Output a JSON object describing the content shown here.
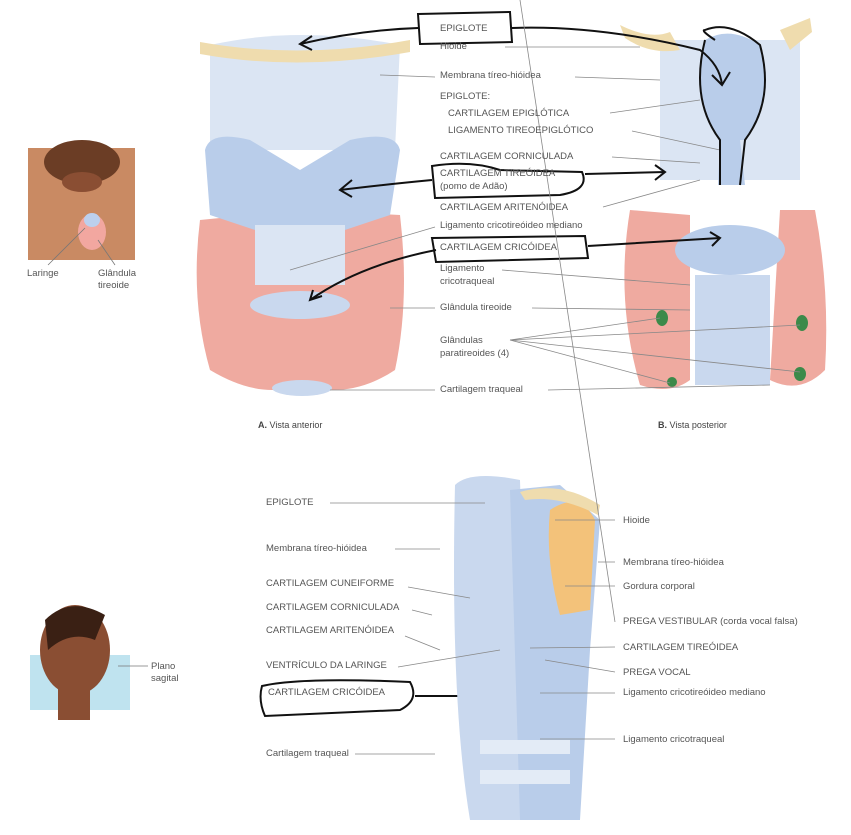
{
  "left_thumbs": {
    "neck": {
      "labels": [
        "Laringe",
        "Glândula",
        "tireoide"
      ]
    },
    "head": {
      "labels": [
        "Plano",
        "sagital"
      ]
    }
  },
  "top_figure": {
    "labels": [
      "EPIGLOTE",
      "Hioide",
      "Membrana tíreo-hióidea",
      "EPIGLOTE:",
      "CARTILAGEM EPIGLÓTICA",
      "LIGAMENTO TIREOEPIGLÓTICO",
      "CARTILAGEM CORNICULADA",
      "CARTILAGEM TIREÓIDEA",
      "(pomo de Adão)",
      "CARTILAGEM ARITENÓIDEA",
      "Ligamento cricotireóideo mediano",
      "CARTILAGEM CRICÓIDEA",
      "Ligamento",
      "cricotraqueal",
      "Glândula tireoide",
      "Glândulas",
      "paratireoides (4)",
      "Cartilagem traqueal"
    ],
    "caption_a_letter": "A.",
    "caption_a": "Vista anterior",
    "caption_b_letter": "B.",
    "caption_b": "Vista posterior"
  },
  "bottom_figure": {
    "left_labels": [
      "EPIGLOTE",
      "Membrana tíreo-hióidea",
      "CARTILAGEM CUNEIFORME",
      "CARTILAGEM CORNICULADA",
      "CARTILAGEM ARITENÓIDEA",
      "VENTRÍCULO DA LARINGE",
      "CARTILAGEM CRICÓIDEA",
      "Cartilagem traqueal"
    ],
    "right_labels": [
      "Hioide",
      "Membrana tíreo-hióidea",
      "Gordura corporal",
      "PREGA VESTIBULAR (corda vocal falsa)",
      "CARTILAGEM TIREÓIDEA",
      "PREGA VOCAL",
      "Ligamento cricotireóideo mediano",
      "Ligamento cricotraqueal"
    ]
  },
  "colors": {
    "cartilage": "#b9cdea",
    "thyroid": "#efaaa0",
    "bone": "#efdcae",
    "fat": "#f3c27a",
    "parathyroid": "#3c8a4a",
    "ink": "#111111"
  }
}
